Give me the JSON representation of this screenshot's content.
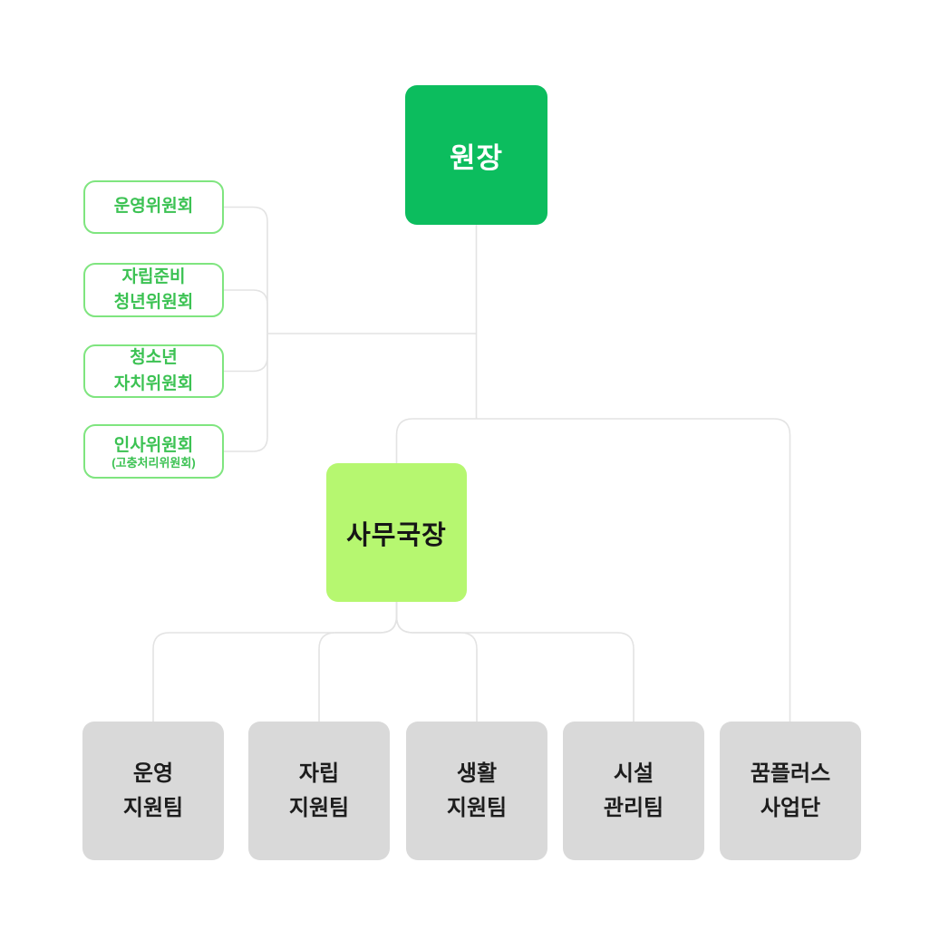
{
  "org": {
    "director": {
      "label": "원장"
    },
    "committees": [
      {
        "line1": "운영위원회"
      },
      {
        "line1": "자립준비",
        "line2": "청년위원회"
      },
      {
        "line1": "청소년",
        "line2": "자치위원회"
      },
      {
        "line1": "인사위원회",
        "sub": "(고충처리위원회)"
      }
    ],
    "secretary": {
      "label": "사무국장"
    },
    "teams": [
      {
        "line1": "운영",
        "line2": "지원팀"
      },
      {
        "line1": "자립",
        "line2": "지원팀"
      },
      {
        "line1": "생활",
        "line2": "지원팀"
      },
      {
        "line1": "시설",
        "line2": "관리팀"
      },
      {
        "line1": "꿈플러스",
        "line2": "사업단"
      }
    ],
    "colors": {
      "director_bg": "#0cbd5e",
      "committee_border": "#7fe57f",
      "committee_text": "#3cc253",
      "secretary_bg": "#b6f770",
      "team_bg": "#d9d9d9",
      "line_color": "#e3e3e3"
    }
  }
}
